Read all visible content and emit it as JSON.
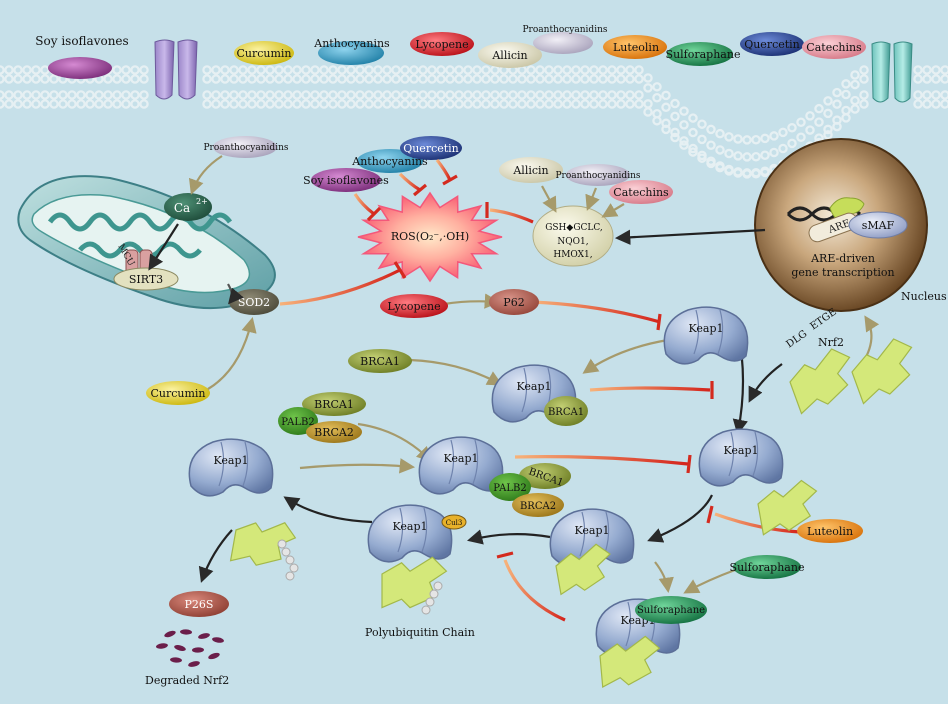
{
  "membrane_compounds": {
    "soy": "Soy isoflavones",
    "curcumin": "Curcumin",
    "anthocyanins": "Anthocyanins",
    "lycopene": "Lycopene",
    "allicin": "Allicin",
    "proanthocyanidins": "Proanthocyanidins",
    "luteolin": "Luteolin",
    "sulforaphane": "Sulforaphane",
    "quercetin": "Quercetin",
    "catechins": "Catechins"
  },
  "mito": {
    "proanthocyanidins": "Proanthocyanidins",
    "ca": "Ca",
    "ca_sup": "2+",
    "mcu": "MCU",
    "sirt3": "SIRT3",
    "sod2": "SOD2",
    "curcumin": "Curcumin"
  },
  "ros": {
    "label": "ROS(O₂⁻,·OH)",
    "soy": "Soy isoflavones",
    "anthocyanins": "Anthocyanins",
    "quercetin": "Quercetin"
  },
  "antioxidant": {
    "allicin": "Allicin",
    "proanthocyanidins": "Proanthocyanidins",
    "catechins": "Catechins",
    "line1": "GSH◆GCLC,",
    "line2": "NQO1,",
    "line3": "HMOX1,"
  },
  "nucleus": {
    "are": "ARE",
    "smaf": "sMAF",
    "caption1": "ARE-driven",
    "caption2": "gene transcription",
    "label": "Nucleus"
  },
  "pathway": {
    "lycopene": "Lycopene",
    "p62": "P62",
    "keap1": "Keap1",
    "brca1": "BRCA1",
    "brca2": "BRCA2",
    "palb2": "PALB2",
    "nrf2": "Nrf2",
    "dlg": "DLG",
    "etge": "ETGE",
    "luteolin": "Luteolin",
    "sulforaphane": "Sulforaphane",
    "cul3": "Cul3",
    "polyubiquitin": "Polyubiquitin Chain",
    "p26s": "P26S",
    "degraded": "Degraded Nrf2"
  },
  "colors": {
    "background": "#c6e0e9",
    "soy": "#8e3b8c",
    "curcumin": "#e6d21a",
    "anthocyanins": "#2d9bc4",
    "lycopene": "#d4161f",
    "allicin": "#e9e6cf",
    "proanthocyanidins": "#c9c4d6",
    "luteolin": "#ef8a1b",
    "sulforaphane": "#1f8f52",
    "quercetin": "#23408e",
    "catechins": "#e89aa6",
    "keap1": "#93a9cf",
    "nrf2": "#d2e46a",
    "inhibit": "#d42a1e",
    "ros": "#f75b73"
  }
}
